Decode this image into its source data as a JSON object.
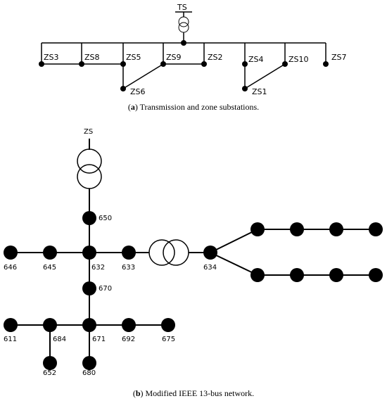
{
  "panel_a": {
    "ts_label": "TS",
    "caption_tag": "a",
    "caption_text": "Transmission and zone substations.",
    "substations": {
      "zs3": "ZS3",
      "zs8": "ZS8",
      "zs5": "ZS5",
      "zs9": "ZS9",
      "zs2": "ZS2",
      "zs4": "ZS4",
      "zs10": "ZS10",
      "zs7": "ZS7",
      "zs6": "ZS6",
      "zs1": "ZS1"
    }
  },
  "panel_b": {
    "zs_label": "ZS",
    "caption_tag": "b",
    "caption_text": "Modified IEEE 13-bus network.",
    "buses": {
      "b650": "650",
      "b646": "646",
      "b645": "645",
      "b632": "632",
      "b633": "633",
      "b634": "634",
      "b670": "670",
      "b611": "611",
      "b684": "684",
      "b671": "671",
      "b692": "692",
      "b675": "675",
      "b652": "652",
      "b680": "680"
    }
  },
  "colors": {
    "line": "#000000",
    "node": "#000000",
    "background": "#ffffff"
  }
}
